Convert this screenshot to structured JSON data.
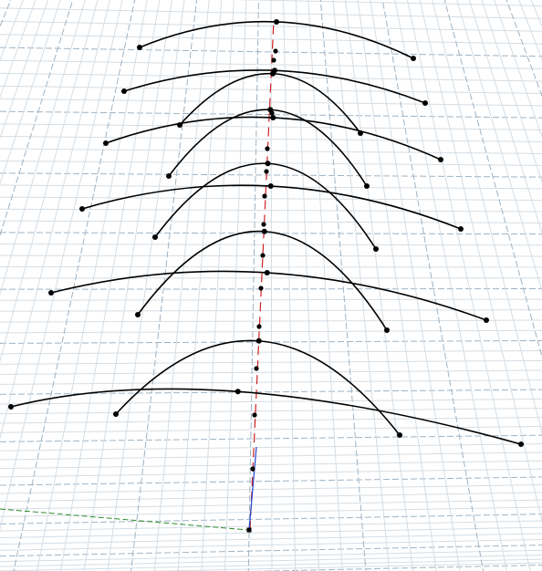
{
  "viewport": {
    "name": "Perspective",
    "background": "#ffffff",
    "grid_minor_color": "#d4dde4",
    "grid_major_color": "#9fb3c3",
    "x_axis_color": "#2e8b2e",
    "y_axis_color": "#cc2222",
    "z_axis_color": "#2244cc",
    "curve_color": "#000000",
    "control_point_color": "#000000"
  },
  "scene": {
    "object_type": "curves",
    "curve_count": 10,
    "control_point_icon": "square-dot"
  }
}
